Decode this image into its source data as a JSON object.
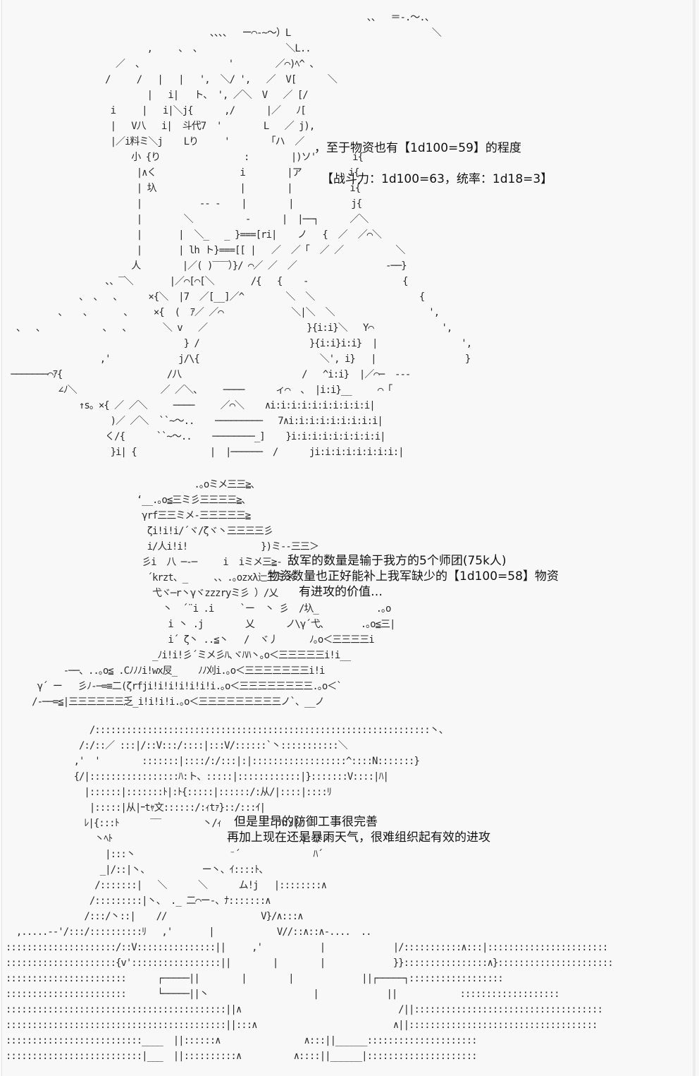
{
  "panels": [
    {
      "id": "panel-1",
      "art_lines": [
        "                                                                     、、  ＝-.～.、",
        "                                       、、、、  ー⌒‐~～）L                           ＼",
        "                           ,     、 、                ＼L..",
        "                     ／  、                '        ／⌒)ﾍ^ 、",
        "                   /     /   |   |   ',  ＼/ ',   ／  V[      ＼",
        "                           |   i|   ト、 ', ／＼  V   ／ [/",
        "                    i     |   i|＼j{      ,/      |／   ﾉ[",
        "                    |   V八   i|  斗代7  '        L   ／ j),",
        "                    |／i料ミ＼j    Lり     '       「ハ  ／",
        "                        小 {り                :        |)ソ'       i{",
        "                         |∧く                i        |ア         i{",
        "                         | 圦                |        |           i{",
        "                         |           -- -    |        |           j{",
        "                         |        ＼          -      |  |──┐      ／＼",
        "                         |       |  ＼_   _ }===[ri|    ノ   {  ／  ／⌒＼",
        "                         |       | lh ト}===[[ |   ／  ／「  ／ ／          ＼",
        "                        人        |／( )‾‾‾）}/ ⌒／ ／  ／                 -──}",
        "                   、、‾＼       |／⌒[⌒[＼       /{   {    -                  {",
        "              、 、  、     ×{＼  |7  ／[__]／^        ＼  ＼                    {",
        "          、   、      、    ×{  (  ｱ／ ／⌒             ＼|＼  ＼                  ',",
        "  、  、           、  、      ＼ v   ／                   }{i:i}＼   Y⌒             ',",
        "                                  } /                     }{i:i}i:i}  |                ',",
        "                  ,'             j/\\{                       ＼', i}   |                 }",
        " ───────⌒ｱ{                    /八                       /   ^i:i}  |／⌒─  ---",
        "          ∠ﾉ＼                ／ ／＼、    ────      ィ⌒  、 |i:i}__     ⌒「",
        "              ↑s。×{ ／ ／＼     ────     ／⌒＼    ∧i:i:i:i:i:i:i:i:i:i|",
        "                    )／ ／＼  ``~～..    ─────────   7∧i:i:i:i:i:i:i:i:i|",
        "                   く/{      ``~～..    ────────_]    }i:i:i:i:i:i:i:i:i|",
        "                    }i| {              |  |──────  /      ji:i:i:i:i:i:i:i:|"
      ],
      "captions": [
        {
          "text": "，至于物资也有【1d100=59】的程度"
        },
        {
          "text": "【战斗力：1d100=63，统率：1d18=3】"
        }
      ]
    },
    {
      "id": "panel-2",
      "art_lines": [
        "                                    .｡oミメ三三≧､",
        "                         ‘__.｡o≦三ミ彡三三三三≧､",
        "                          γrf三三ミメ‐三三三三三≧",
        "                           ζi!i!i/´ヾ/ζヾ丶三三三三彡",
        "                           i/人i!i!              })ミ‐-三三＞",
        "                          彡i  八 ─-─     i  iミメ三≧‐",
        "                           ´krzt、_     、、.｡ozxλ辷三ミメ",
        "                            弋ヾ─r丶γヾzzzryミ彡 ）/乂",
        "                              丶  ´¨i .i     `ー  丶 彡  /圦_           .｡o",
        "                               i 丶 .j        乂      ノ\\γ´弋､       .｡o≦三|",
        "                               i´ ζ丶 ..≦丶   /  ヾ丿      ﾉ｡o＜三三三三i",
        "                            _ﾉi!i!彡´ミメ彡ﾊ､ヾﾊﾊ丶｡o＜三三三三三i!i__",
        "           -──、..｡o≦ .Cﾉﾉﾉi!wx㞋_    ﾉﾉ刈i.｡o＜三三三三三三三i!i",
        "      γ´ ー   彡ﾉ-─=≡二(ζrfji!i!i!i!i!i!i.｡o＜三三三三三三三三.｡o＜`",
        "     /-──=≦|三三三三三三乏_i!i!i!i.｡o＜三三三三三三三三三ノ`、__ノ"
      ],
      "captions": [
        {
          "text": "敌军的数量是输于我方的5个师团(75k人)"
        },
        {
          "text": "物资数量也正好能补上我军缺少的【1d100=58】物资"
        },
        {
          "text": "有进攻的价值…"
        }
      ]
    },
    {
      "id": "panel-3",
      "art_lines": [
        "                /::::::::::::::::::::::::::::::::::::::::::::::::::::::::::::::::丶、",
        "              /:/::／ :::|/::V:::/::::|:::V/::::::`丶:::::::::::＼",
        "             ,'  '        :::::::|::::/:/:::|:|::::::::::::::::::^::::N:::::::}",
        "             {/|:::::::::::::::::ﾊ:ト、:::::|::::::::::::|}:::::::V::::|ﾊ|",
        "               |::::::|:::::::ﾄ|:ﾄ{:::::|::::::/:从/|::::|::::ﾘ",
        "                |:::::|从|ｰtｬ文::::::/:ｨtｧ}::/:::ｲ|",
        "               ﾚ|{:::ﾄ      ‾‾        丶/ｨ        ‾‾|ﾊ:/|/",
        "                 丶ﾍﾄ                                    |::/ノ",
        "                   |:::丶                  ⁻´              ﾊ´",
        "                  _|/::|丶、          ー丶、ｲ::::ﾄ、",
        "                 /:::::::|   ＼      ＼      ム!j   |::::::::∧",
        "                /:::::::::|丶、 ._ 二⌒ー‐、ﾅ:::::::∧",
        "               /:::/丶::|    //                  V}/∧:::∧",
        "  ,.....‐-'/:::/::::::::::ﾘ   ,'       |            V//::∧::∧‐....  ..",
        ":::::::::::::::::::::/::V:::::::::::::::||     ,'           |             |/:::::::::::∧:::|:::::::::::::::::::::::",
        ":::::::::::::::::::::{v':::::::::::::::::||        |        |             }}::::::::::::::::∧}::::::::::::::::::::::",
        ":::::::::::::::::::::::      ┌─────||        |        |             ||┌─────┐::::::::::::::::::",
        ":::::::::::::::::::::::      └─────||丶                    |             ||            :::::::::::::::::::",
        "::::::::::::::::::::::::::::::::::::::::::||∧                              /||::::::::::::::::::::::::::::::::::::",
        "::::::::::::::::::::::::::::::::::::::::::||:::∧                          ∧||::::::::::::::::::::::::::::::::::::",
        "::::::::::::::::::::::::::____  ||::::::∧                ∧:::||______:::::::::::::::::::::",
        "::::::::::::::::::::::::::|___  ||::::::::::∧          ∧::::||______|:::::::::::::::::::::"
      ],
      "captions": [
        {
          "text": "但是里昂的防御工事很完善"
        },
        {
          "text": "再加上现在还是暴雨天气，很难组织起有效的进攻"
        }
      ]
    }
  ]
}
